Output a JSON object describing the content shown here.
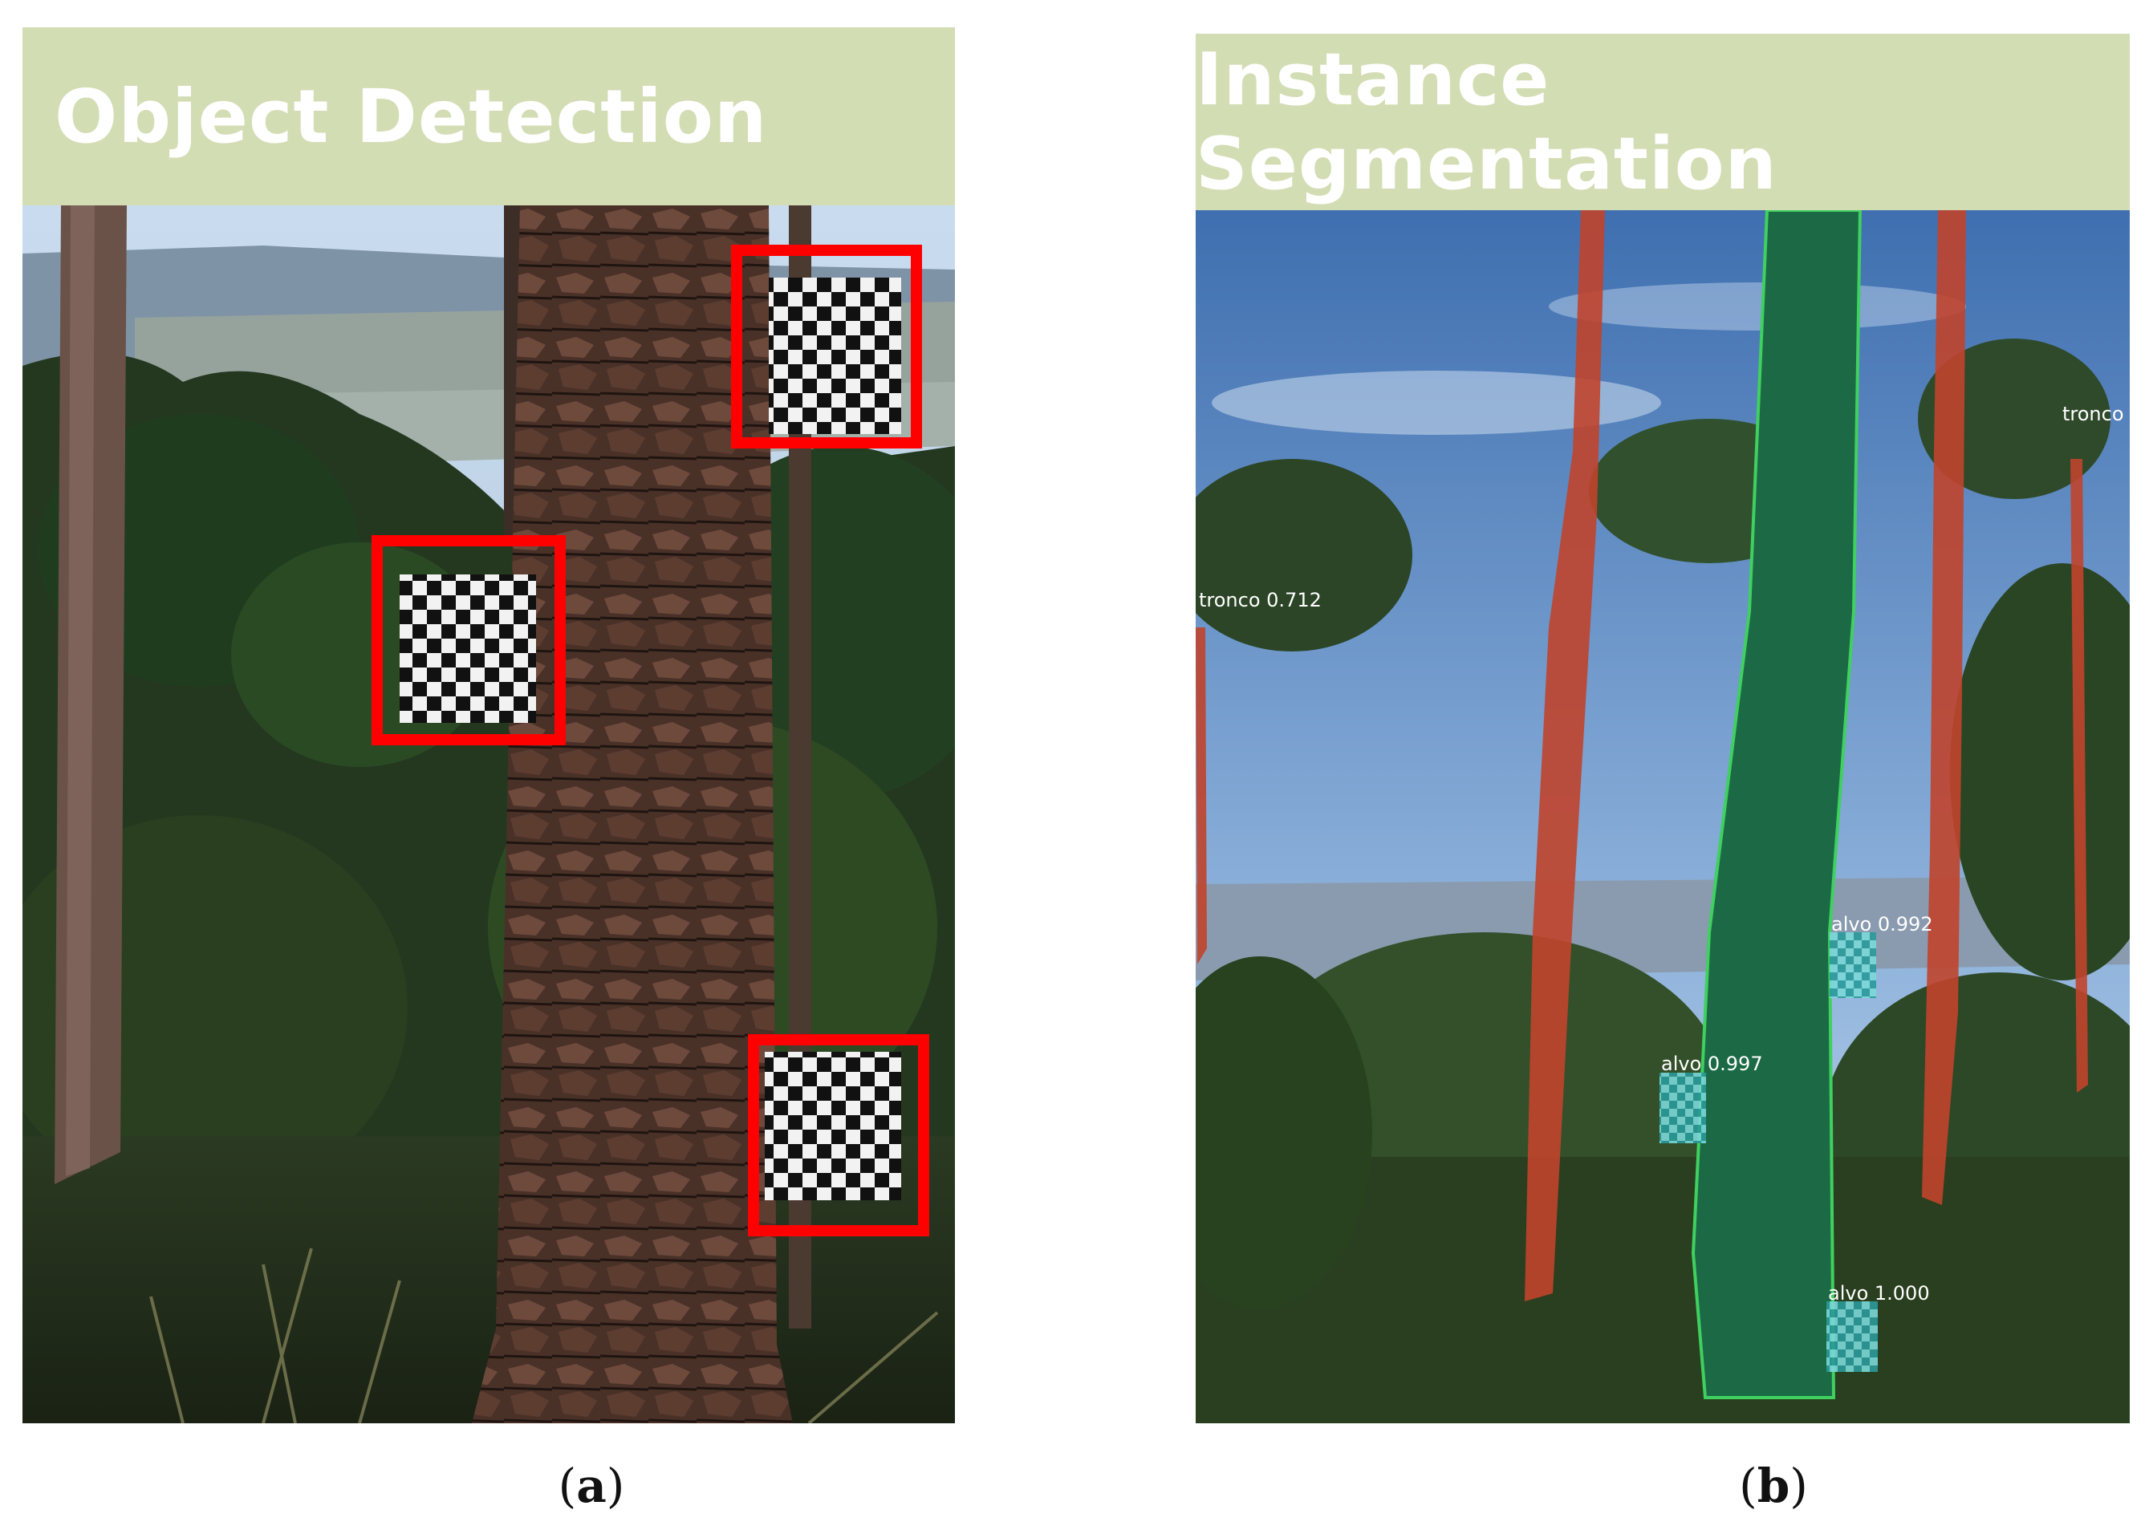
{
  "panel_a": {
    "header": "Object Detection",
    "caption_open": "(",
    "caption_letter": "a",
    "caption_close": ")"
  },
  "panel_b": {
    "header": "Instance Segmentation",
    "caption_open": "(",
    "caption_letter": "b",
    "caption_close": ")",
    "labels": [
      "tronco",
      "tronco 0.712",
      "alvo 0.992",
      "alvo 0.997",
      "alvo 1.000"
    ]
  },
  "colors": {
    "header_bg": "#d3ddb4",
    "box_red": "#ff0000",
    "trunk_red": "#c0442c",
    "trunk_green": "#1c6a45",
    "target_cyan": "#3fc6c6"
  }
}
